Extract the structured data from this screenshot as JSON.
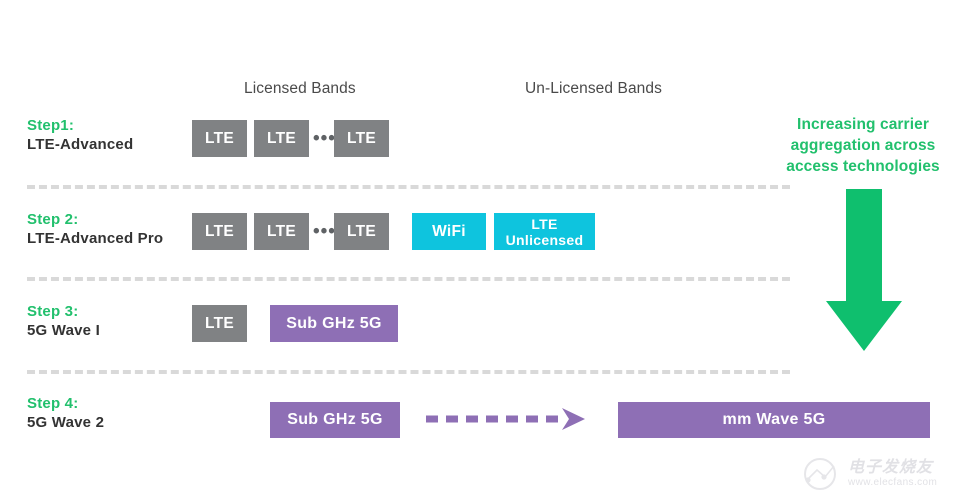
{
  "headers": {
    "licensed": "Licensed Bands",
    "unlicensed": "Un-Licensed Bands"
  },
  "steps": [
    {
      "number": "Step1:",
      "technology": "LTE-Advanced"
    },
    {
      "number": "Step 2:",
      "technology": "LTE-Advanced Pro"
    },
    {
      "number": "Step 3:",
      "technology": "5G Wave  I"
    },
    {
      "number": "Step 4:",
      "technology": "5G Wave 2"
    }
  ],
  "blocks": {
    "row1": {
      "lte_a": "LTE",
      "lte_b": "LTE",
      "ellipsis": "•••",
      "lte_c": "LTE"
    },
    "row2": {
      "lte_a": "LTE",
      "lte_b": "LTE",
      "ellipsis": "•••",
      "lte_c": "LTE",
      "wifi": "WiFi",
      "lte_unlicensed_line1": "LTE",
      "lte_unlicensed_line2": "Unlicensed"
    },
    "row3": {
      "lte": "LTE",
      "sub_ghz_5g": "Sub GHz 5G"
    },
    "row4": {
      "sub_ghz_5g": "Sub GHz 5G",
      "mm_wave_5g": "mm Wave 5G"
    }
  },
  "annotation": {
    "text": "Increasing carrier aggregation across access technologies"
  },
  "watermark": {
    "brand": "电子发烧友",
    "url": "www.elecfans.com"
  },
  "colors": {
    "green": "#22c06d",
    "gray_block": "#808284",
    "cyan_block": "#0ec4de",
    "purple_block": "#8e6fb5",
    "divider": "#d9d9d9",
    "body_text": "#333333"
  }
}
